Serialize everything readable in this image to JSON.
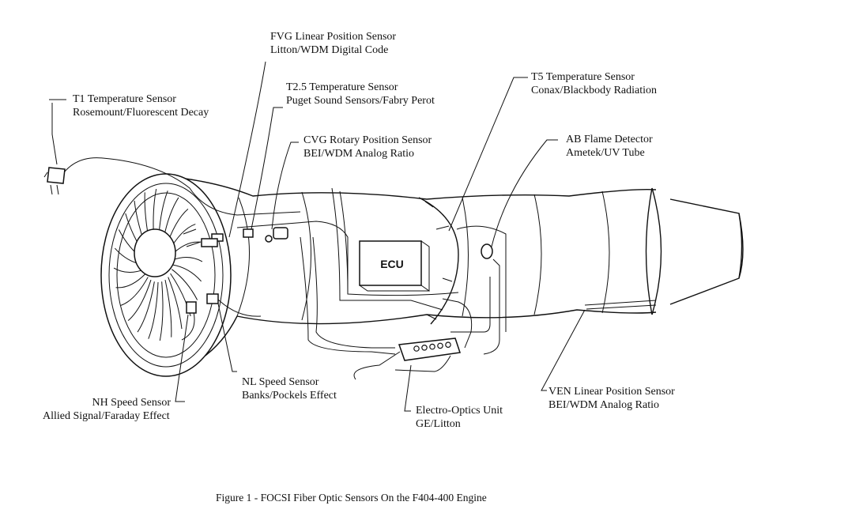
{
  "diagram": {
    "sensors": [
      {
        "id": "fvg",
        "name": "FVG Linear Position Sensor",
        "detail": "Litton/WDM Digital Code"
      },
      {
        "id": "t25",
        "name": "T2.5 Temperature Sensor",
        "detail": "Puget Sound Sensors/Fabry Perot"
      },
      {
        "id": "t1",
        "name": "T1 Temperature Sensor",
        "detail": "Rosemount/Fluorescent Decay"
      },
      {
        "id": "cvg",
        "name": "CVG Rotary Position Sensor",
        "detail": "BEI/WDM Analog Ratio"
      },
      {
        "id": "t5",
        "name": "T5 Temperature Sensor",
        "detail": "Conax/Blackbody Radiation"
      },
      {
        "id": "ab",
        "name": "AB Flame Detector",
        "detail": "Ametek/UV Tube"
      },
      {
        "id": "nl",
        "name": "NL Speed Sensor",
        "detail": "Banks/Pockels Effect"
      },
      {
        "id": "nh",
        "name": "NH Speed Sensor",
        "detail": "Allied Signal/Faraday Effect"
      },
      {
        "id": "eou",
        "name": "Electro-Optics Unit",
        "detail": "GE/Litton"
      },
      {
        "id": "ven",
        "name": "VEN Linear Position Sensor",
        "detail": "BEI/WDM Analog Ratio"
      }
    ],
    "ecu_label": "ECU"
  },
  "caption": "Figure 1 - FOCSI Fiber Optic Sensors On the F404-400 Engine",
  "colors": {
    "ink": "#111111",
    "background": "#ffffff"
  }
}
